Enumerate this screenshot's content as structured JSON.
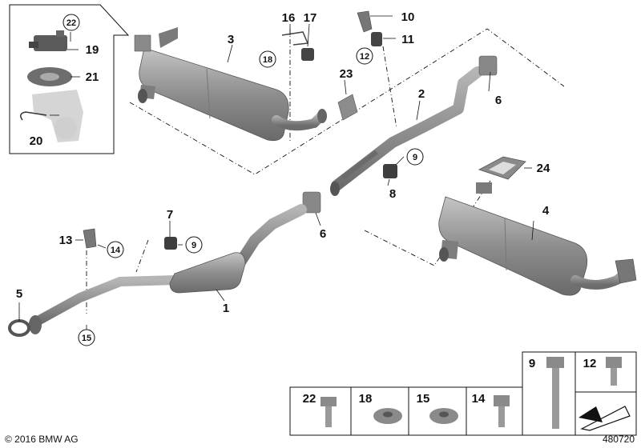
{
  "callouts": {
    "n1": "1",
    "n2": "2",
    "n3": "3",
    "n4": "4",
    "n5": "5",
    "n6a": "6",
    "n6b": "6",
    "n7": "7",
    "n8": "8",
    "n9a": "9",
    "n9b": "9",
    "n10": "10",
    "n11": "11",
    "n12": "12",
    "n13": "13",
    "n14": "14",
    "n15": "15",
    "n16": "16",
    "n17": "17",
    "n18": "18",
    "n19": "19",
    "n20": "20",
    "n21": "21",
    "n22": "22",
    "n23": "23",
    "n24": "24"
  },
  "parts_panel": {
    "p22": "22",
    "p18": "18",
    "p15": "15",
    "p14": "14",
    "p9": "9",
    "p12": "12"
  },
  "footer": {
    "copyright": "© 2016 BMW AG",
    "diagram_id": "480720"
  },
  "colors": {
    "metal": "#9a9a9a",
    "metal_dark": "#6e6e6e",
    "panel_bg": "#e6e6e6",
    "line": "#111111"
  }
}
